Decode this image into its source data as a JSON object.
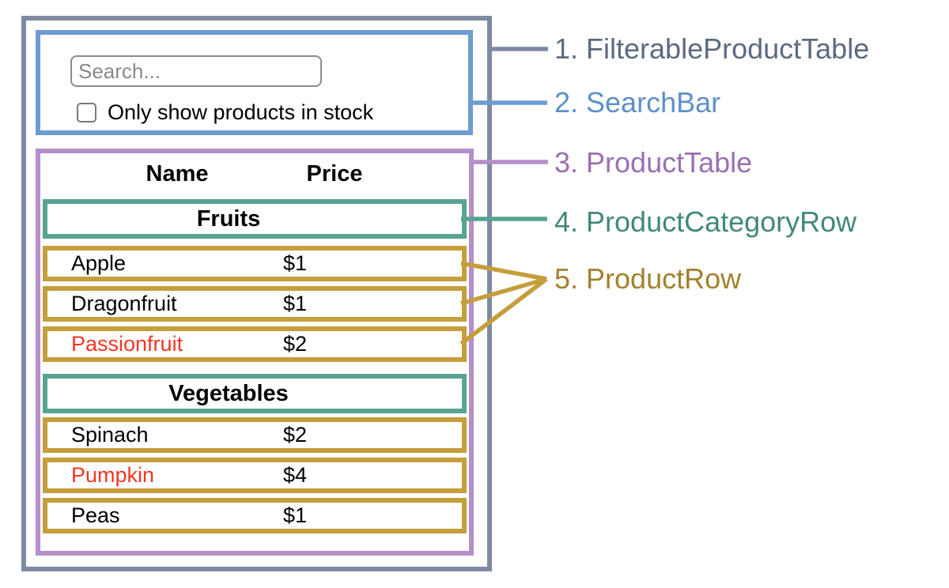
{
  "diagram": {
    "search_bar": {
      "search_placeholder": "Search...",
      "checkbox_label": "Only show products in stock",
      "checkbox_checked": false
    },
    "product_table": {
      "headers": {
        "name": "Name",
        "price": "Price"
      },
      "groups": [
        {
          "category": "Fruits",
          "products": [
            {
              "name": "Apple",
              "price": "$1",
              "name_color": "#000000"
            },
            {
              "name": "Dragonfruit",
              "price": "$1",
              "name_color": "#000000"
            },
            {
              "name": "Passionfruit",
              "price": "$2",
              "name_color": "#f43622"
            }
          ]
        },
        {
          "category": "Vegetables",
          "products": [
            {
              "name": "Spinach",
              "price": "$2",
              "name_color": "#000000"
            },
            {
              "name": "Pumpkin",
              "price": "$4",
              "name_color": "#f43622"
            },
            {
              "name": "Peas",
              "price": "$1",
              "name_color": "#000000"
            }
          ]
        }
      ]
    }
  },
  "legend": {
    "items": [
      {
        "label": "1. FilterableProductTable",
        "color": "#5b6a82"
      },
      {
        "label": "2. SearchBar",
        "color": "#5e90c9"
      },
      {
        "label": "3. ProductTable",
        "color": "#9b6fb3"
      },
      {
        "label": "4. ProductCategoryRow",
        "color": "#40897a"
      },
      {
        "label": "5. ProductRow",
        "color": "#a3802d"
      }
    ]
  },
  "colors": {
    "filterable_product_table_border": "#7d8aa2",
    "search_bar_border": "#6e9bd3",
    "product_table_border": "#b48fc9",
    "product_category_row_border": "#58a391",
    "product_row_border": "#c59e3d",
    "out_of_stock_text": "#f43622"
  }
}
